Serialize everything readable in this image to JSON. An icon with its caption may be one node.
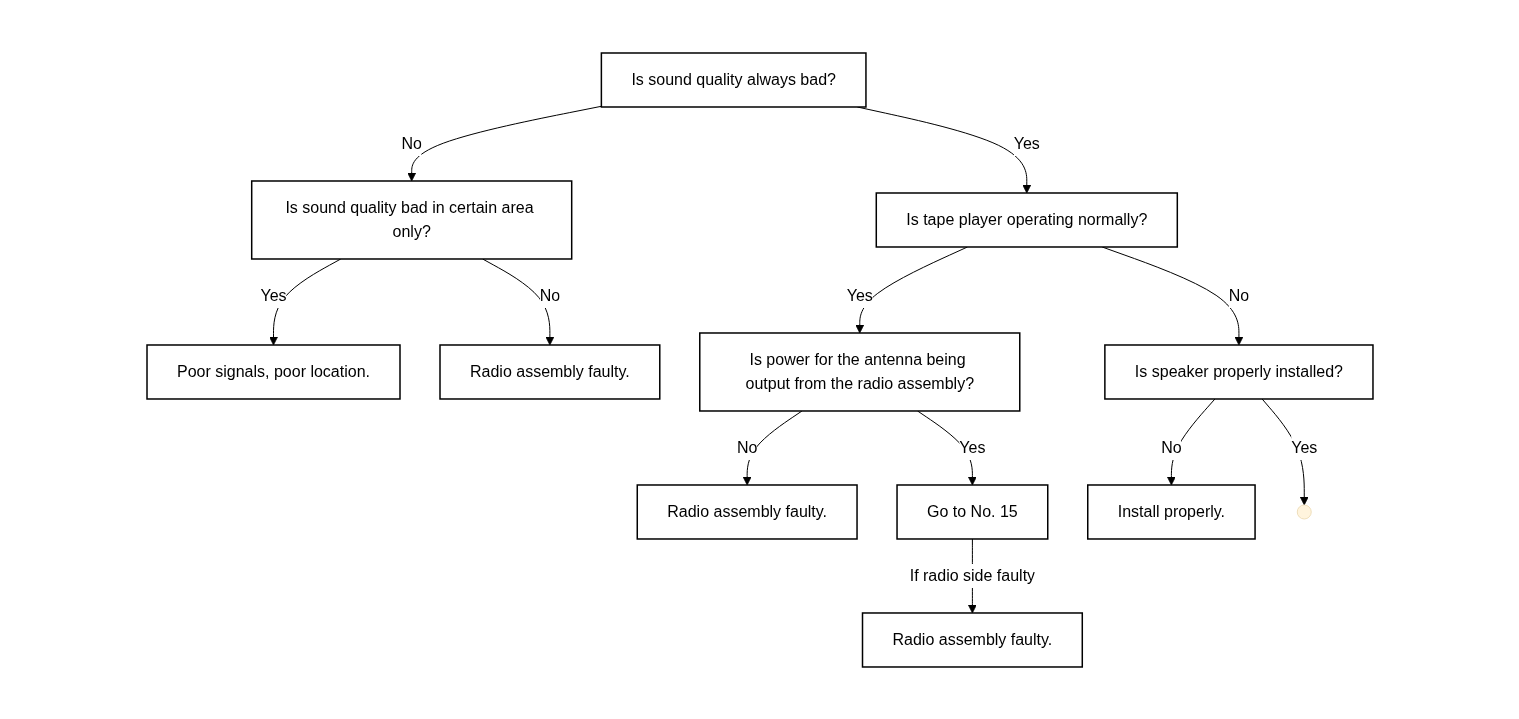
{
  "diagram": {
    "nodes": [
      {
        "text": [
          "Is sound quality always bad?"
        ]
      },
      {
        "text": [
          "Is sound quality bad in certain area only?"
        ]
      },
      {
        "text": [
          "Poor signals, poor location."
        ]
      },
      {
        "text": [
          "Radio assembly faulty."
        ]
      },
      {
        "text": [
          "Is tape player operating normally?"
        ]
      },
      {
        "text": [
          "Is power for the antenna being output from the radio assembly?"
        ]
      },
      {
        "text": [
          "Radio assembly faulty."
        ]
      },
      {
        "text": [
          "Go to No. 15"
        ]
      },
      {
        "text": [
          "Radio assembly faulty."
        ]
      },
      {
        "text": [
          "Is speaker properly installed?"
        ]
      },
      {
        "text": [
          "Install properly."
        ]
      }
    ],
    "edges": [
      {
        "from": 0,
        "to": 1,
        "arrow": "to",
        "label": "No"
      },
      {
        "from": 1,
        "to": 2,
        "arrow": "to",
        "label": "Yes"
      },
      {
        "from": 1,
        "to": 3,
        "arrow": "to",
        "label": "No"
      },
      {
        "from": 0,
        "to": 4,
        "arrow": "to",
        "label": "Yes"
      },
      {
        "from": 4,
        "to": 5,
        "arrow": "to",
        "label": "Yes"
      },
      {
        "from": 5,
        "to": 6,
        "arrow": "to",
        "label": "No"
      },
      {
        "from": 5,
        "to": 7,
        "arrow": "to",
        "label": "Yes"
      },
      {
        "from": 7,
        "to": 8,
        "arrow": "to",
        "label": "If radio side faulty"
      },
      {
        "from": 4,
        "to": 9,
        "arrow": "to",
        "label": "No"
      },
      {
        "from": 9,
        "to": 10,
        "arrow": "to",
        "label": "No"
      },
      {
        "from": 9,
        "to": null,
        "arrow": "to",
        "label": "Yes"
      }
    ]
  }
}
